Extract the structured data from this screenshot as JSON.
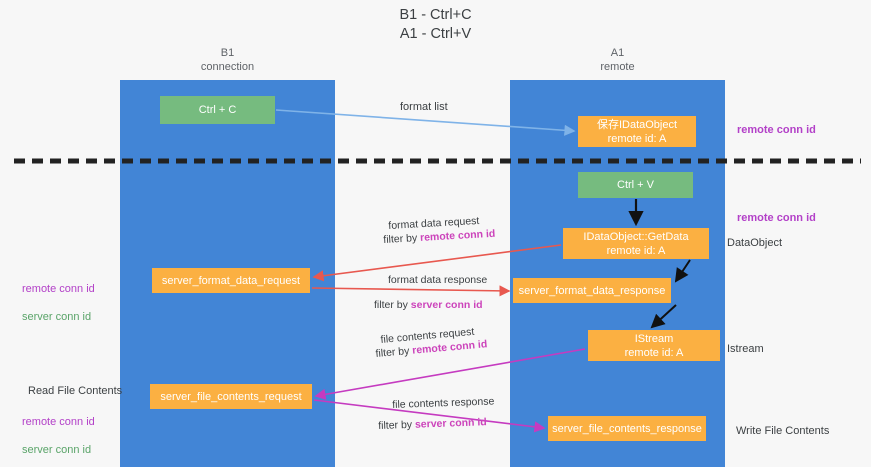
{
  "title": "B1 - Ctrl+C\nA1 - Ctrl+V",
  "lanes": [
    {
      "name": "b1",
      "header": "B1\nconnection"
    },
    {
      "name": "a1",
      "header": "A1\nremote"
    }
  ],
  "nodes": {
    "ctrl_c": "Ctrl + C",
    "save_idataobject": "保存IDataObject\nremote id: A",
    "ctrl_v": "Ctrl + V",
    "getdata": "IDataObject::GetData\nremote id: A",
    "server_format_data_request": "server_format_data_request",
    "server_format_data_response": "server_format_data_response",
    "istream": "IStream\nremote id: A",
    "server_file_contents_request": "server_file_contents_request",
    "server_file_contents_response": "server_file_contents_response"
  },
  "labels": {
    "format_list": "format list",
    "remote_conn_id_1": "remote conn id",
    "remote_conn_id_2": "remote conn id",
    "dataobject": "DataObject",
    "istream_side": "Istream",
    "write_file_contents": "Write File Contents",
    "read_file_contents": "Read File Contents",
    "legend_mid": "remote conn id\nserver conn id",
    "legend_bottom": "remote conn id\nserver conn id"
  },
  "arrow_captions": {
    "format_data_request": "format data request",
    "format_data_request_filter_prefix": "filter by ",
    "format_data_request_filter_key": "remote conn id",
    "format_data_response": "format data response",
    "format_data_response_filter_prefix": "filter by ",
    "format_data_response_filter_key": "server conn id",
    "file_contents_request": "file contents request",
    "file_contents_request_filter_prefix": "filter by ",
    "file_contents_request_filter_key": "remote conn id",
    "file_contents_response": "file contents response",
    "file_contents_response_filter_prefix": "filter by ",
    "file_contents_response_filter_key": "server conn id"
  },
  "colors": {
    "lane": "#4285d6",
    "green_node": "#76bb7f",
    "orange_node": "#fbb042",
    "purple": "#b341c8",
    "green_text": "#5aa469",
    "pink": "#cc44bb",
    "red_arrow": "#e8584f",
    "blue_arrow": "#7fb3e8",
    "magenta_arrow": "#c53bc0",
    "black": "#000000",
    "background": "#f7f7f7"
  }
}
